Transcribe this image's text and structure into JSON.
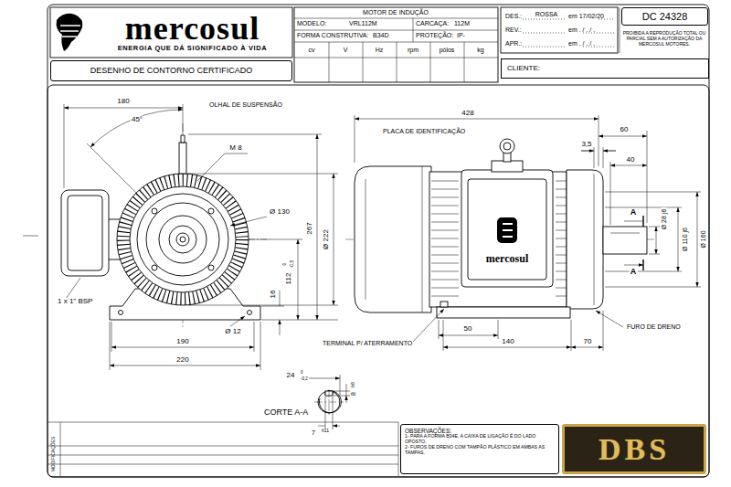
{
  "diagram": {
    "nodes": [
      {
        "text": [
          "mercosul",
          "ENERGIA QUE DÁ SIGNIFICADO À VIDA"
        ]
      },
      {
        "text": [
          "DESENHO DE CONTORNO CERTIFICADO"
        ]
      },
      {
        "text": [
          "DC 24328"
        ]
      },
      {
        "text": [
          "CLIENTE:"
        ]
      },
      {
        "text": [
          "OBSERVAÇÕES:",
          "1- PARA A FORMA B34E, A CAIXA DE LIGAÇÃO É DO LADO OPOSTO.",
          "2- FUROS DE DRENO COM TAMPÃO PLÁSTICO EM AMBAS AS TAMPAS."
        ]
      },
      {
        "text": [
          "DBS"
        ]
      }
    ],
    "labels": [
      "MOTOR DE INDUÇÃO",
      "MODELO:",
      "VRL112M",
      "CARCAÇA:",
      "112M",
      "FORMA CONSTRUTIVA:",
      "B34D",
      "PROTEÇÃO:",
      "IP-",
      "cv",
      "V",
      "Hz",
      "rpm",
      "pólos",
      "kg",
      "DES.:",
      "ROSSA",
      "em 17/02/20",
      "REV.:",
      "em . / . / .",
      "APR.:",
      "em . / . / .",
      "PROIBIDA A REPRODUÇÃO TOTAL OU PARCIAL SEM A AUTORIZAÇÃO DA MERCOSUL MOTORES.",
      "180",
      "45°",
      "OLHAL DE SUSPENSÃO",
      "M 8",
      "Ø 130",
      "267",
      "Ø 222",
      "112",
      "0",
      "-0,5",
      "16",
      "1 x 1\" BSP",
      "Ø 12",
      "190",
      "220",
      "428",
      "PLACA DE IDENTIFICAÇÃO",
      "60",
      "3,5",
      "40",
      "A",
      "A",
      "Ø 28 j6",
      "Ø 110 j6",
      "Ø 160",
      "50",
      "140",
      "70",
      "TERMINAL P/ ATERRAMENTO",
      "FURO DE DRENO",
      "24",
      "0",
      "-0,2",
      "8",
      "h9",
      "CORTE A-A",
      "7",
      "h11",
      "mercosul",
      "MODIFICAÇÕES"
    ]
  }
}
